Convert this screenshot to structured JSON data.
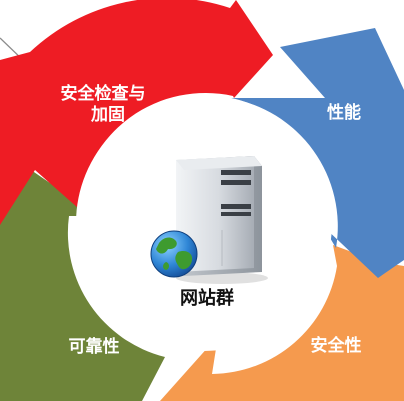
{
  "diagram": {
    "center": {
      "label": "网站群",
      "icon": "server-with-globe-icon"
    },
    "segments": [
      {
        "id": "security-audit",
        "lines": [
          "安全检查与",
          "加固"
        ],
        "color": "#ee1c24",
        "icon": "arrow-segment"
      },
      {
        "id": "performance",
        "lines": [
          "性能"
        ],
        "color": "#5084c4",
        "icon": "arrow-segment"
      },
      {
        "id": "security",
        "lines": [
          "安全性"
        ],
        "color": "#f59a4e",
        "icon": "arrow-segment"
      },
      {
        "id": "reliability",
        "lines": [
          "可靠性"
        ],
        "color": "#6e8439",
        "icon": "arrow-segment"
      }
    ]
  }
}
